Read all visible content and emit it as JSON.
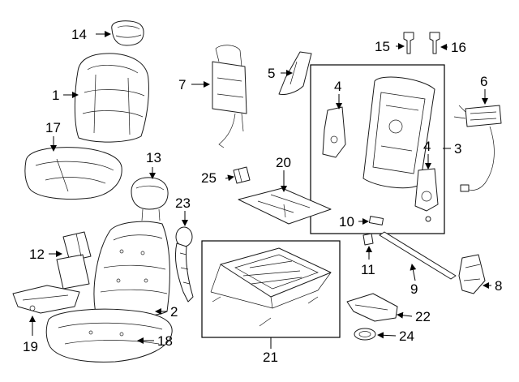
{
  "diagram": {
    "callouts": {
      "c1": "1",
      "c2": "2",
      "c3": "3",
      "c4a": "4",
      "c4b": "4",
      "c5": "5",
      "c6": "6",
      "c7": "7",
      "c8": "8",
      "c9": "9",
      "c10": "10",
      "c11": "11",
      "c12": "12",
      "c13": "13",
      "c14": "14",
      "c15": "15",
      "c16": "16",
      "c17": "17",
      "c18": "18",
      "c19": "19",
      "c20": "20",
      "c21": "21",
      "c22": "22",
      "c23": "23",
      "c24": "24",
      "c25": "25"
    }
  },
  "colors": {
    "line": "#1a1a1a",
    "background": "#ffffff"
  }
}
